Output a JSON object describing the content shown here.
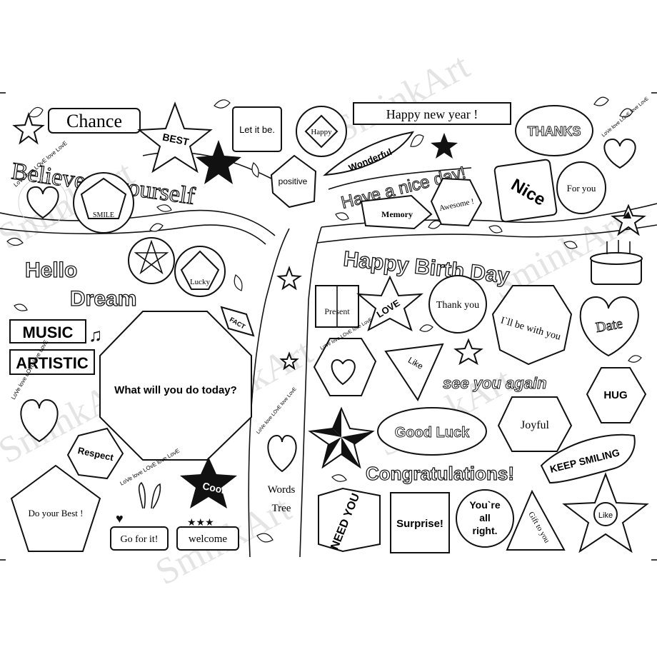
{
  "watermark": "SminkArt",
  "tree": {
    "label_line1": "Words",
    "label_line2": "Tree"
  },
  "love_text": "LoVe love LOvE love LovE",
  "left": {
    "chance": "Chance",
    "best": "BEST",
    "let_it_be": "Let it be.",
    "happy": "Happy",
    "believe": "Believe in yourself",
    "smile": "SMILE",
    "positive": "positive",
    "wonderful": "Wonderful",
    "hello": "Hello",
    "dream": "Dream",
    "lucky": "Lucky",
    "fact": "FACT",
    "music": "MUSIC",
    "artistic": "ARTISTIC",
    "what_will": "What will you do today?",
    "respect": "Respect",
    "cool": "Cool",
    "do_your_best": "Do your Best !",
    "go_for_it": "Go for it!",
    "welcome": "welcome"
  },
  "right": {
    "happy_new_year": "Happy new year !",
    "thanks": "THANKS",
    "nice_day": "Have a nice day!",
    "nice": "Nice",
    "for_you": "For you",
    "memory": "Memory",
    "awesome": "Awesome !",
    "happy_birthday": "Happy Birth Day",
    "present": "Present",
    "love": "LOVE",
    "thank_you": "Thank you",
    "ill_be_with_you": "I`ll be with you",
    "date": "Date",
    "like": "Like",
    "see_you_again": "see you again",
    "hug": "HUG",
    "joyful": "Joyful",
    "good_luck": "Good Luck",
    "keep_smiling": "KEEP SMILING",
    "congratulations": "Congratulations!",
    "need_you": "NEED YOU",
    "surprise": "Surprise!",
    "youre_all_right_1": "You`re",
    "youre_all_right_2": "all",
    "youre_all_right_3": "right.",
    "gift_to_you": "Gift to you",
    "like_star": "Like"
  }
}
